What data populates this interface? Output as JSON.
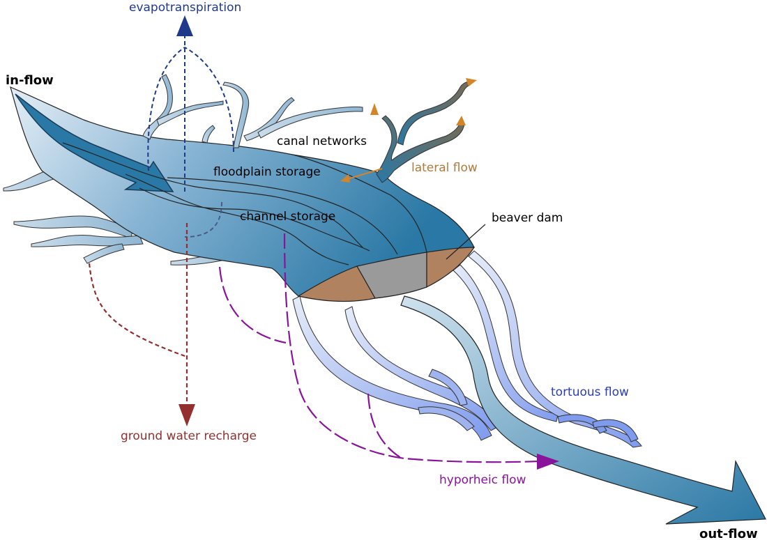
{
  "labels": {
    "inflow": "in-flow",
    "outflow": "out-flow",
    "evapotranspiration": "evapotranspiration",
    "canal_networks": "canal networks",
    "floodplain_storage": "floodplain storage",
    "channel_storage": "channel storage",
    "lateral_flow": "lateral flow",
    "beaver_dam": "beaver dam",
    "tortuous_flow": "tortuous flow",
    "ground_water_recharge": "ground water recharge",
    "hyporheic_flow": "hyporheic flow"
  },
  "colors": {
    "water_dark": "#2a78a5",
    "water_light": "#dbe8f2",
    "evapotranspiration": "#1f3a8a",
    "lateral_flow": "#d4852a",
    "lateral_flow_text": "#b07a3a",
    "ground_water": "#93302f",
    "hyporheic": "#8a139c",
    "tortuous": "#2a3fb0",
    "tortuous_branch": "#8ea6e8",
    "dam_fill": "#b08260",
    "dam_center": "#9a9a9a",
    "outline": "#1a1a1a"
  }
}
